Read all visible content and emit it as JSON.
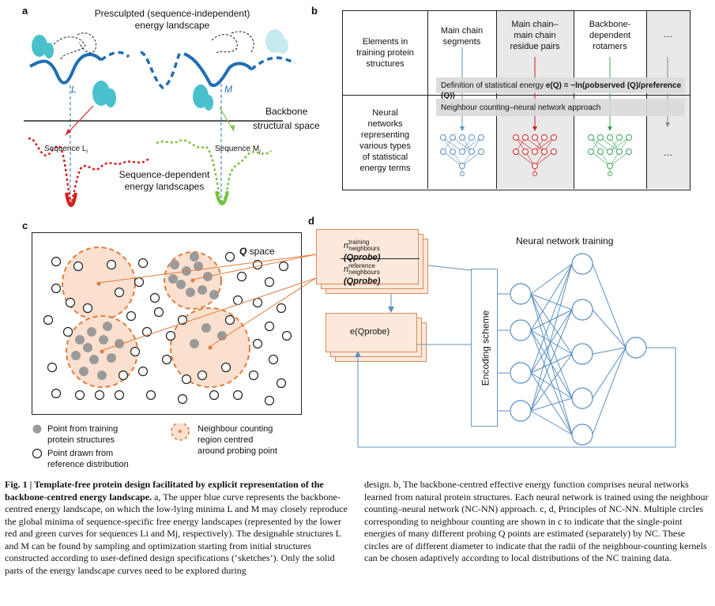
{
  "panel_labels": {
    "a": "a",
    "b": "b",
    "c": "c",
    "d": "d"
  },
  "panel_a": {
    "title_line1": "Presculpted (sequence-independent)",
    "title_line2": "energy landscape",
    "label_L": "L",
    "label_M": "M",
    "axis_line1": "Backbone",
    "axis_line2": "structural space",
    "seq_L_label": "Sequence L",
    "seq_L_sub": "i",
    "seq_M_label": "Sequence M",
    "seq_M_sub": "j",
    "dep_line1": "Sequence-dependent",
    "dep_line2": "energy landscapes"
  },
  "panel_b": {
    "row1_header": [
      "Elements in",
      "training protein",
      "structures"
    ],
    "row2_header": [
      "Neural",
      "networks",
      "representing",
      "various types",
      "of statistical",
      "energy terms"
    ],
    "col1": [
      "Main chain",
      "segments"
    ],
    "col2": [
      "Main chain–",
      "main chain",
      "residue pairs"
    ],
    "col3": [
      "Backbone-",
      "dependent",
      "rotamers"
    ],
    "col4": "…",
    "net4": "…",
    "definition_prefix": "Definition of statistical energy ",
    "definition_formula": "e(Q) = −ln(ρobserved (Q)/ρreference (Q))",
    "approach": "Neighbour counting–neural network approach"
  },
  "panel_c": {
    "space_bold": "Q",
    "space_label": " space",
    "legend_gray": [
      "Point from training",
      "protein structures"
    ],
    "legend_open": [
      "Point drawn from",
      "reference distribution"
    ],
    "legend_region": [
      "Neighbour counting",
      "region centred",
      "around probing point"
    ]
  },
  "panel_d": {
    "num_n": "n",
    "num_sup": "training",
    "num_sub": "neighbours",
    "num_arg": "(Qprobe)",
    "den_n": "n",
    "den_sup": "reference",
    "den_sub": "neighbours",
    "den_arg": "(Qprobe)",
    "energy": "e(Qprobe)",
    "encoding": "Encoding scheme",
    "nn_title": "Neural network training"
  },
  "caption": {
    "fig": "Fig. 1 | ",
    "title": "Template-free protein design facilitated by explicit representation of the backbone-centred energy landscape.",
    "left_body": " a, The upper blue curve represents the backbone-centred energy landscape, on which the low-lying minima L and M may closely reproduce the global minima of sequence-specific free energy landscapes (represented by the lower red and green curves for sequences Li and Mj, respectively). The designable structures L and M can be found by sampling and optimization starting from initial structures constructed according to user-defined design specifications (‘sketches’). Only the solid parts of the energy landscape curves need to be explored during",
    "right_body": "design. b, The backbone-centred effective energy function comprises neural networks learned from natural protein structures. Each neural network is trained using the neighbour counting–neural network (NC-NN) approach. c, d, Principles of NC-NN. Multiple circles corresponding to neighbour counting are shown in c to indicate that the single-point energies of many different probing Q points are estimated (separately) by NC. These circles are of different diameter to indicate that the radii of the neighbour-counting kernels can be chosen adaptively according to local distributions of the NC training data."
  },
  "colors": {
    "blue": "#1f6fb5",
    "red": "#d42020",
    "green": "#7ac142",
    "orange": "#e07b39",
    "peach": "#fbe0cf",
    "gray": "#9a9a9a",
    "nnblue": "#5b8fc0"
  }
}
